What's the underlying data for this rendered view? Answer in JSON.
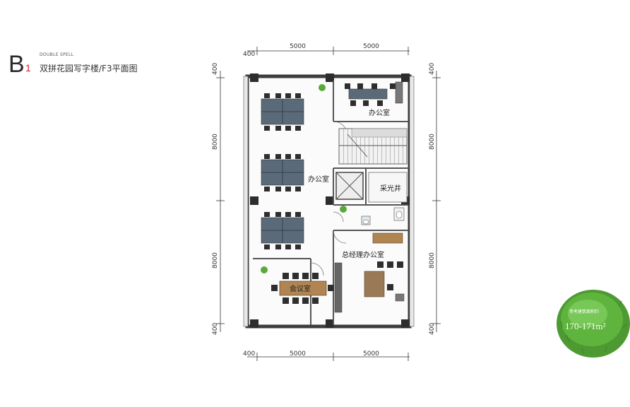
{
  "header": {
    "letter": "B",
    "sub": "1",
    "kicker": "DOUBLE SPELL",
    "title": "双拼花园写字楼/F3平面图"
  },
  "dimensions": {
    "top": [
      "400",
      "5000",
      "5000"
    ],
    "bottom": [
      "400",
      "5000",
      "5000"
    ],
    "left": [
      "400",
      "8000",
      "8000",
      "400"
    ],
    "right": [
      "400",
      "8000",
      "8000",
      "400"
    ]
  },
  "rooms": {
    "office_top_right": "办公室",
    "office_center": "办公室",
    "lightwell": "采光井",
    "gm_office": "总经理办公室",
    "meeting_room": "会议室"
  },
  "badge": {
    "label": "参考建筑面积约",
    "area": "170-171m²"
  },
  "colors": {
    "wall": "#3c3c3c",
    "desk": "#5a6a78",
    "wood": "#b08552",
    "accent": "#d81c24",
    "grass": "#5aa83a"
  }
}
